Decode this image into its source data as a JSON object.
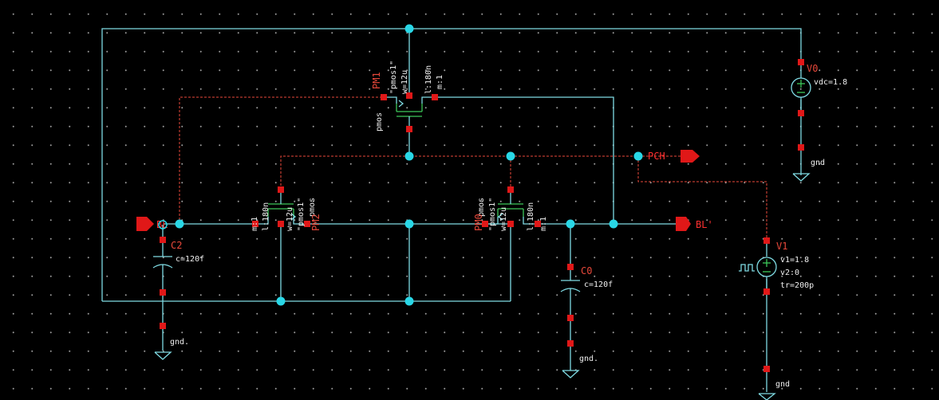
{
  "colors": {
    "background": "#000000",
    "wire": "#7fdbe3",
    "pin": "#e01818",
    "label": "#e8483a",
    "device": "#3cc85a"
  },
  "devices": {
    "pm1": {
      "name": "PM1",
      "model": "\"pmos1\"",
      "w": "w=12u",
      "l": "l:180n",
      "m": "m:1",
      "type": "pmos"
    },
    "pm2": {
      "name": "PM2",
      "model": "\"pmos1\"",
      "w": "w=12u",
      "l": "l:180n",
      "m": "m:1",
      "type": "pmos"
    },
    "pm0": {
      "name": "PM0",
      "model": "\"pmos1\"",
      "w": "w=12u",
      "l": "l:180n",
      "m": "m:1",
      "type": "pmos"
    },
    "c2": {
      "name": "C2",
      "value": "c=120f",
      "gnd": "gnd."
    },
    "c0": {
      "name": "C0",
      "value": "c=120f",
      "gnd": "gnd."
    },
    "v0": {
      "name": "V0",
      "value": "vdc=1.8",
      "gnd": "gnd"
    },
    "v1": {
      "name": "V1",
      "v1": "v1=1.8",
      "v2": "v2:0",
      "tr": "tr=200p",
      "gnd": "gnd"
    }
  },
  "pins": {
    "pch": "PCH",
    "bl_bar": "BL'",
    "bl": "BL"
  }
}
